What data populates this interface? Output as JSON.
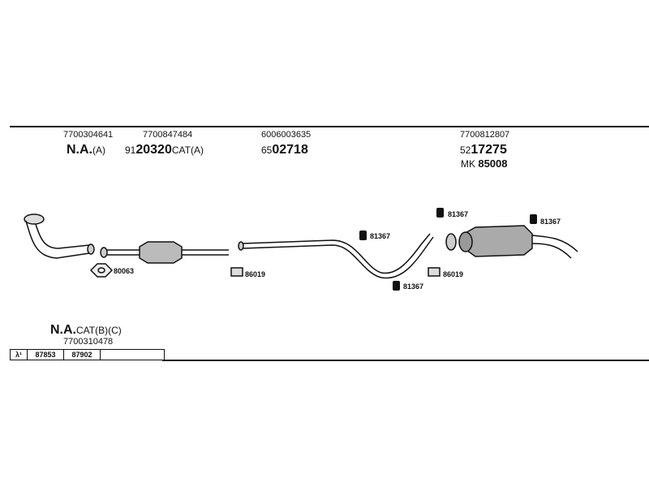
{
  "columns": [
    {
      "code": "7700304641",
      "main": "N.A.",
      "suffix": "(A)"
    },
    {
      "code": "7700847484",
      "prefix": "91",
      "main": "20320",
      "suffix": "CAT(A)"
    },
    {
      "code": "6006003635",
      "prefix": "65",
      "main": "02718",
      "suffix": ""
    },
    {
      "code": "7700812807",
      "prefix": "52",
      "main": "17275",
      "suffix": "",
      "extra_prefix": "MK",
      "extra_main": "85008"
    }
  ],
  "parts": {
    "gasket": "80063",
    "clamp_left": "86019",
    "hanger_mid_top": "81367",
    "hanger_mid_bottom": "81367",
    "hanger_right_top": "81367",
    "hanger_right_end": "81367",
    "clamp_right": "86019"
  },
  "lambda": {
    "main": "N.A.",
    "suffix": "CAT(B)(C)",
    "code": "7700310478",
    "table": [
      "λ¹",
      "87853",
      "87902",
      ""
    ]
  }
}
